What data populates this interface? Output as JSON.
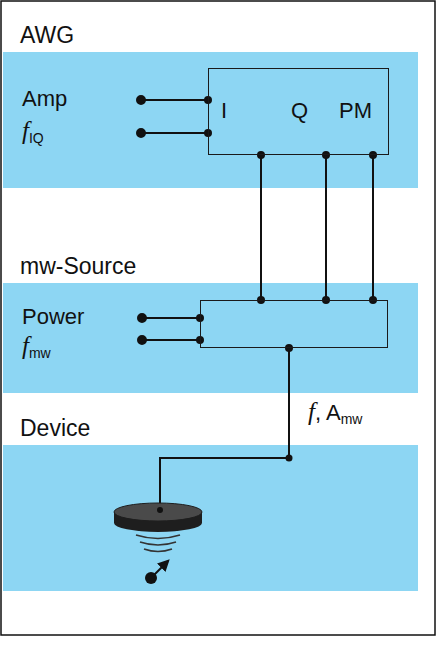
{
  "diagram": {
    "nodes": [
      {
        "text": [
          "AWG"
        ]
      },
      {
        "text": [
          "I",
          "Q",
          "PM"
        ],
        "in": 0
      },
      {
        "text": [
          "mw-Source"
        ]
      },
      {
        "text": [],
        "in": 2
      },
      {
        "text": [
          "Device"
        ]
      }
    ],
    "edges": [
      {
        "from": 1,
        "to": 3,
        "arrow": "none"
      },
      {
        "from": 1,
        "to": 3,
        "arrow": "none"
      },
      {
        "from": 1,
        "to": 3,
        "arrow": "none"
      },
      {
        "from": 3,
        "to": 4,
        "label": "f, Amw",
        "arrow": "none"
      }
    ],
    "labels": [
      "Amp",
      "fIQ",
      "Power",
      "fmw"
    ]
  }
}
